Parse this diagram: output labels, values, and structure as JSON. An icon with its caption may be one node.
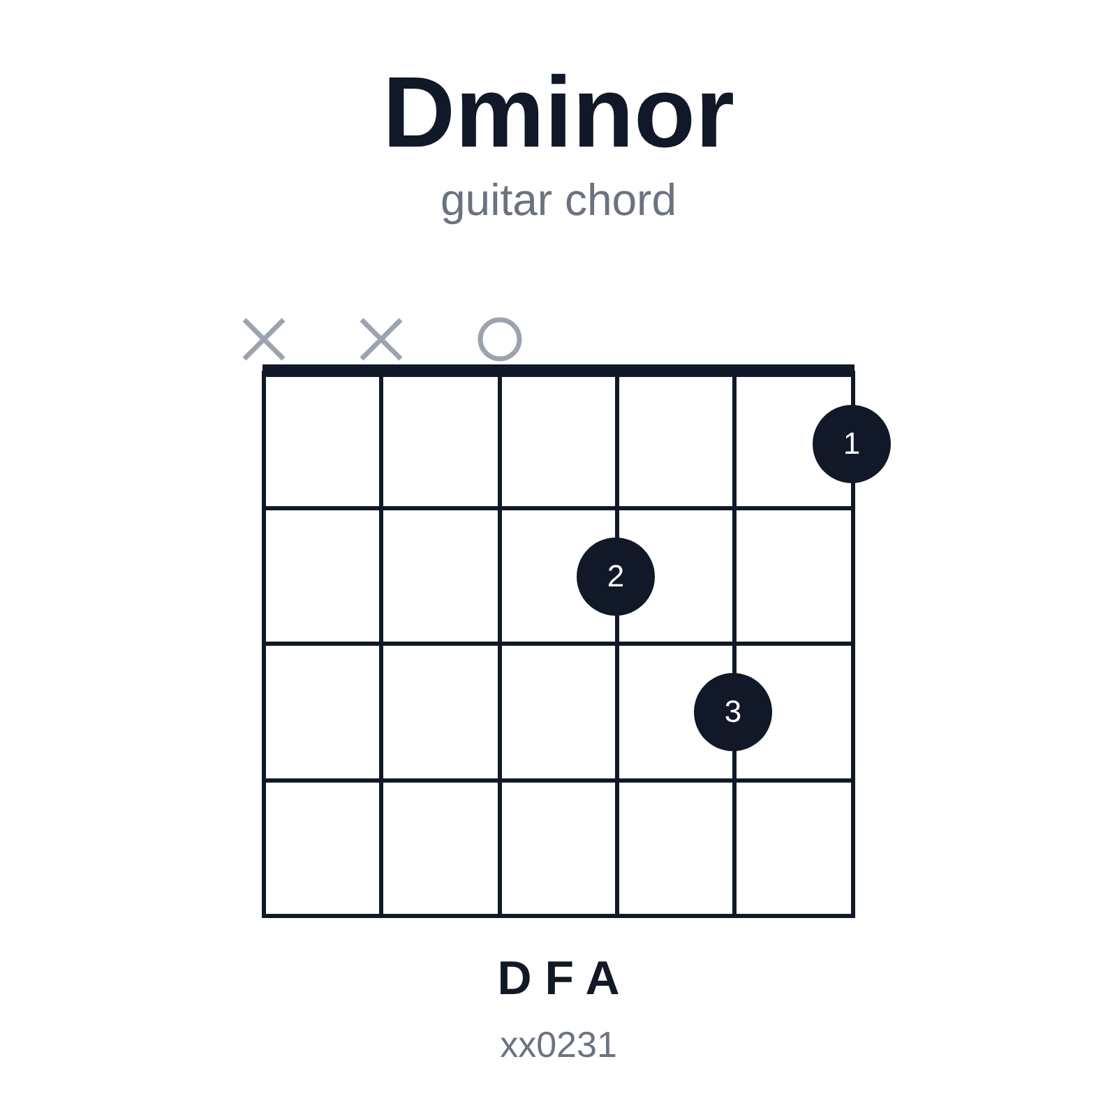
{
  "diagram": {
    "title": "Dminor",
    "nodes": [
      {
        "text": [
          "1"
        ]
      },
      {
        "text": [
          "2"
        ]
      },
      {
        "text": [
          "3"
        ]
      }
    ],
    "labels": [
      "guitar chord",
      "D F A",
      "xx0231"
    ]
  }
}
